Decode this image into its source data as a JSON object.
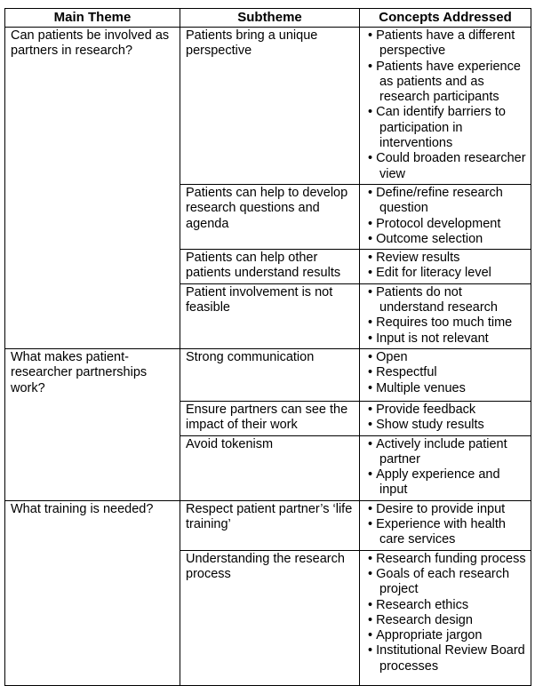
{
  "table": {
    "headers": [
      "Main Theme",
      "Subtheme",
      "Concepts Addressed"
    ],
    "themes": [
      {
        "theme": "Can patients be involved as partners in research?",
        "subrows": [
          {
            "subtheme": "Patients bring a unique perspective",
            "concepts": [
              "Patients have a different perspective",
              "Patients have experience as patients and as research participants",
              "Can identify barriers to participation in interventions",
              "Could broaden researcher view"
            ]
          },
          {
            "subtheme": "Patients can help to develop research questions and agenda",
            "concepts": [
              "Define/refine research question",
              "Protocol development",
              "Outcome selection"
            ]
          },
          {
            "subtheme": "Patients can help other patients understand results",
            "concepts": [
              "Review results",
              "Edit for literacy level"
            ]
          },
          {
            "subtheme": "Patient involvement is not feasible",
            "concepts": [
              "Patients do not understand research",
              "Requires too much time",
              "Input is not relevant"
            ]
          }
        ]
      },
      {
        "theme": "What makes patient-researcher partnerships work?",
        "subrows": [
          {
            "subtheme": "Strong communication",
            "concepts": [
              "Open",
              "Respectful",
              "Multiple venues"
            ]
          },
          {
            "subtheme": "Ensure partners can see the impact of their work",
            "concepts": [
              "Provide feedback",
              "Show study results"
            ]
          },
          {
            "subtheme": "Avoid tokenism",
            "concepts": [
              "Actively include patient partner",
              "Apply experience and input"
            ]
          }
        ]
      },
      {
        "theme": "What training is needed?",
        "subrows": [
          {
            "subtheme": "Respect patient partner’s ‘life training’",
            "concepts": [
              "Desire to provide input",
              "Experience with health care services"
            ]
          },
          {
            "subtheme": "Understanding the research process",
            "concepts": [
              "Research funding process",
              "Goals of each research project",
              "Research ethics",
              "Research design",
              "Appropriate jargon",
              "Institutional Review Board processes"
            ]
          }
        ]
      }
    ]
  }
}
